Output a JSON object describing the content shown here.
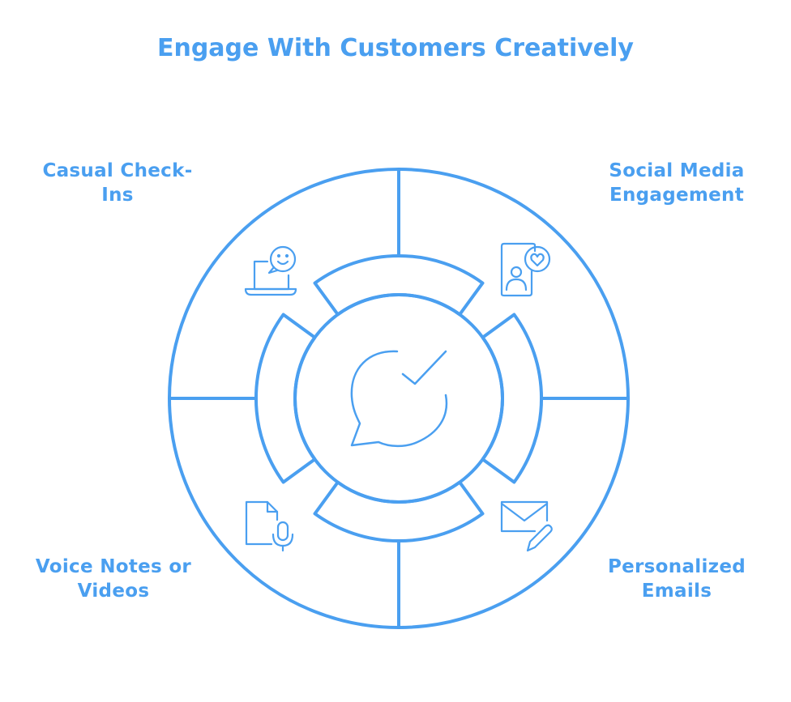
{
  "title": "Engage With Customers Creatively",
  "accent_color": "#4a9ff0",
  "center_icon": "chat-check-icon",
  "segments": [
    {
      "label": "Casual Check-Ins",
      "icon": "laptop-chat-icon"
    },
    {
      "label": "Social Media Engagement",
      "icon": "phone-profile-heart-icon"
    },
    {
      "label": "Voice Notes or Videos",
      "icon": "file-microphone-icon"
    },
    {
      "label": "Personalized Emails",
      "icon": "envelope-pencil-icon"
    }
  ],
  "labels": {
    "tl": [
      "Casual Check-",
      "Ins"
    ],
    "tr": [
      "Social Media",
      "Engagement"
    ],
    "bl": [
      "Voice Notes or",
      "Videos"
    ],
    "br": [
      "Personalized",
      "Emails"
    ]
  }
}
